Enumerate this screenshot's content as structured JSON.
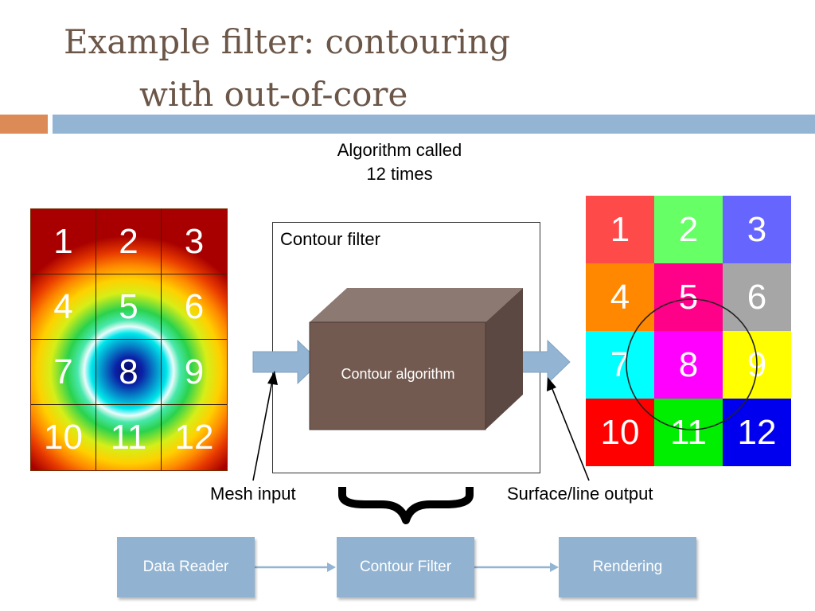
{
  "title": {
    "line1": "Example filter: contouring",
    "line2": "with out-of-core"
  },
  "algorithm_called": {
    "line1": "Algorithm called",
    "line2": "12 times"
  },
  "input_grid": {
    "cells": [
      "1",
      "2",
      "3",
      "4",
      "5",
      "6",
      "7",
      "8",
      "9",
      "10",
      "11",
      "12"
    ]
  },
  "output_grid": {
    "cells": [
      {
        "label": "1",
        "color": "#ff4a4a"
      },
      {
        "label": "2",
        "color": "#66ff66"
      },
      {
        "label": "3",
        "color": "#6666ff"
      },
      {
        "label": "4",
        "color": "#ff8800"
      },
      {
        "label": "5",
        "color": "#ff0088"
      },
      {
        "label": "6",
        "color": "#a6a6a6"
      },
      {
        "label": "7",
        "color": "#00ffff"
      },
      {
        "label": "8",
        "color": "#ff00ff"
      },
      {
        "label": "9",
        "color": "#ffff00"
      },
      {
        "label": "10",
        "color": "#ff0000"
      },
      {
        "label": "11",
        "color": "#00ee00"
      },
      {
        "label": "12",
        "color": "#0000ee"
      }
    ]
  },
  "filter_box": {
    "label": "Contour filter",
    "algorithm": "Contour algorithm"
  },
  "mesh_input": "Mesh input",
  "surface_output": "Surface/line output",
  "pipeline": [
    {
      "label": "Data Reader"
    },
    {
      "label": "Contour Filter"
    },
    {
      "label": "Rendering"
    }
  ],
  "colors": {
    "title": "#6b5648",
    "accent_orange": "#dc8a56",
    "accent_blue": "#93b5d3",
    "pipeline_box": "#91b3d1",
    "cube": "#735a50"
  }
}
